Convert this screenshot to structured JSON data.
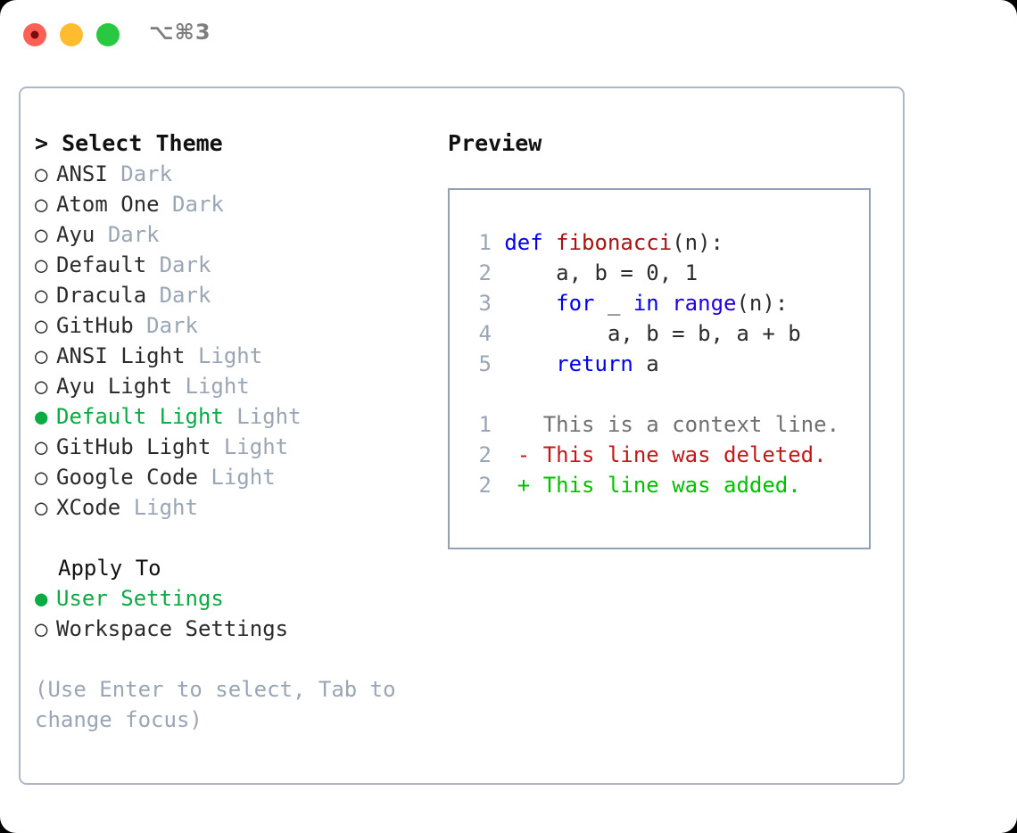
{
  "window": {
    "shortcut": "⌥⌘3",
    "traffic_lights": [
      "close-button",
      "minimize-button",
      "maximize-button"
    ],
    "colors": {
      "close": "#ff5f57",
      "minimize": "#febc2e",
      "maximize": "#28c840",
      "accent_green": "#0bab44",
      "muted": "#9aa5b5",
      "border": "#aeb7c4"
    }
  },
  "theme_picker": {
    "heading": "> Select Theme",
    "bullet_selected": "●",
    "bullet_unselected": "○",
    "items": [
      {
        "bullet": "○",
        "name": "ANSI",
        "tag": "Dark",
        "selected": false
      },
      {
        "bullet": "○",
        "name": "Atom One",
        "tag": "Dark",
        "selected": false
      },
      {
        "bullet": "○",
        "name": "Ayu",
        "tag": "Dark",
        "selected": false
      },
      {
        "bullet": "○",
        "name": "Default",
        "tag": "Dark",
        "selected": false
      },
      {
        "bullet": "○",
        "name": "Dracula",
        "tag": "Dark",
        "selected": false
      },
      {
        "bullet": "○",
        "name": "GitHub",
        "tag": "Dark",
        "selected": false
      },
      {
        "bullet": "○",
        "name": "ANSI Light",
        "tag": "Light",
        "selected": false
      },
      {
        "bullet": "○",
        "name": "Ayu Light",
        "tag": "Light",
        "selected": false
      },
      {
        "bullet": "●",
        "name": "Default Light",
        "tag": "Light",
        "selected": true
      },
      {
        "bullet": "○",
        "name": "GitHub Light",
        "tag": "Light",
        "selected": false
      },
      {
        "bullet": "○",
        "name": "Google Code",
        "tag": "Light",
        "selected": false
      },
      {
        "bullet": "○",
        "name": "XCode",
        "tag": "Light",
        "selected": false
      }
    ]
  },
  "apply_to": {
    "heading": "Apply To",
    "items": [
      {
        "bullet": "●",
        "label": "User Settings",
        "selected": true
      },
      {
        "bullet": "○",
        "label": "Workspace Settings",
        "selected": false
      }
    ]
  },
  "hint": {
    "line1": "(Use Enter to select, Tab to",
    "line2": "change focus)"
  },
  "preview": {
    "label": "Preview",
    "code": [
      {
        "n": "1",
        "tokens": [
          {
            "t": "def ",
            "c": "kw"
          },
          {
            "t": "fibonacci",
            "c": "fn"
          },
          {
            "t": "(n):",
            "c": "plain"
          }
        ]
      },
      {
        "n": "2",
        "tokens": [
          {
            "t": "    a, b = 0, 1",
            "c": "plain"
          }
        ]
      },
      {
        "n": "3",
        "tokens": [
          {
            "t": "    ",
            "c": "plain"
          },
          {
            "t": "for",
            "c": "kw"
          },
          {
            "t": " _ ",
            "c": "plain"
          },
          {
            "t": "in",
            "c": "kw"
          },
          {
            "t": " ",
            "c": "plain"
          },
          {
            "t": "range",
            "c": "bi"
          },
          {
            "t": "(n):",
            "c": "plain"
          }
        ]
      },
      {
        "n": "4",
        "tokens": [
          {
            "t": "        a, b = b, a + b",
            "c": "plain"
          }
        ]
      },
      {
        "n": "5",
        "tokens": [
          {
            "t": "    ",
            "c": "plain"
          },
          {
            "t": "return",
            "c": "kw"
          },
          {
            "t": " a",
            "c": "plain"
          }
        ]
      }
    ],
    "diff": [
      {
        "n": "1",
        "marker": " ",
        "text": " This is a context line.",
        "kind": "diff-ctx"
      },
      {
        "n": "2",
        "marker": "-",
        "text": " This line was deleted.",
        "kind": "diff-del"
      },
      {
        "n": "2",
        "marker": "+",
        "text": " This line was added.",
        "kind": "diff-add"
      }
    ]
  }
}
